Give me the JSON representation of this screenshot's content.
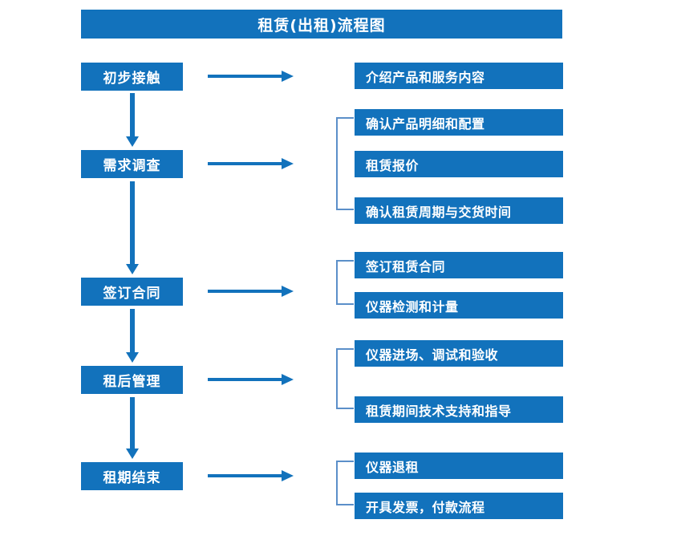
{
  "diagram": {
    "title": "租赁(出租)流程图",
    "accent_color": "#1272BC",
    "bracket_color": "#5B8FC9",
    "text_color": "#FFFFFF",
    "background_color": "#FFFFFF"
  },
  "stages": [
    {
      "label": "初步接触"
    },
    {
      "label": "需求调查"
    },
    {
      "label": "签订合同"
    },
    {
      "label": "租后管理"
    },
    {
      "label": "租期结束"
    }
  ],
  "details": [
    {
      "label": "介绍产品和服务内容"
    },
    {
      "label": "确认产品明细和配置"
    },
    {
      "label": "租赁报价"
    },
    {
      "label": "确认租赁周期与交货时间"
    },
    {
      "label": "签订租赁合同"
    },
    {
      "label": "仪器检测和计量"
    },
    {
      "label": "仪器进场、调试和验收"
    },
    {
      "label": "租赁期间技术支持和指导"
    },
    {
      "label": "仪器退租"
    },
    {
      "label": "开具发票，付款流程"
    }
  ],
  "groups": [
    {
      "stage": "需求调查",
      "members": [
        "确认产品明细和配置",
        "租赁报价",
        "确认租赁周期与交货时间"
      ]
    },
    {
      "stage": "签订合同",
      "members": [
        "签订租赁合同",
        "仪器检测和计量"
      ]
    },
    {
      "stage": "租后管理",
      "members": [
        "仪器进场、调试和验收",
        "租赁期间技术支持和指导"
      ]
    },
    {
      "stage": "租期结束",
      "members": [
        "仪器退租",
        "开具发票，付款流程"
      ]
    }
  ],
  "flow": [
    {
      "from": "初步接触",
      "to": "需求调查"
    },
    {
      "from": "需求调查",
      "to": "签订合同"
    },
    {
      "from": "签订合同",
      "to": "租后管理"
    },
    {
      "from": "租后管理",
      "to": "租期结束"
    }
  ]
}
